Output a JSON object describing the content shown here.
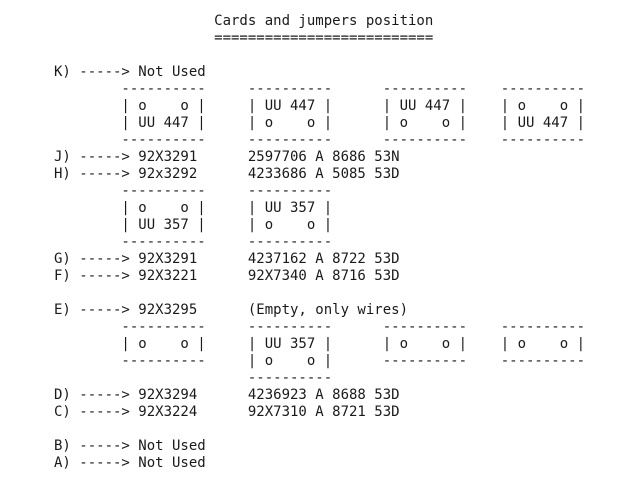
{
  "page": {
    "background": "#ffffff",
    "text_color": "#1a1a1a"
  },
  "document": {
    "title": "Cards and jumpers position",
    "lines": [
      {
        "name": "title-line",
        "text": "                   Cards and jumpers position"
      },
      {
        "name": "title-underline",
        "text": "                   =========================="
      },
      {
        "name": "blank-line",
        "text": ""
      },
      {
        "name": "slot-k-line",
        "text": "K) -----> Not Used"
      },
      {
        "name": "card-row-1-top-border",
        "text": "        ----------     ----------      ----------    ----------"
      },
      {
        "name": "card-row-1-content-1",
        "text": "        | o    o |     | UU 447 |      | UU 447 |    | o    o |"
      },
      {
        "name": "card-row-1-content-2",
        "text": "        | UU 447 |     | o    o |      | o    o |    | UU 447 |"
      },
      {
        "name": "card-row-1-bottom-border",
        "text": "        ----------     ----------      ----------    ----------"
      },
      {
        "name": "slot-j-line",
        "text": "J) -----> 92X3291      2597706 A 8686 53N"
      },
      {
        "name": "slot-h-line",
        "text": "H) -----> 92x3292      4233686 A 5085 53D"
      },
      {
        "name": "card-row-2-top-border",
        "text": "        ----------     ----------"
      },
      {
        "name": "card-row-2-content-1",
        "text": "        | o    o |     | UU 357 |"
      },
      {
        "name": "card-row-2-content-2",
        "text": "        | UU 357 |     | o    o |"
      },
      {
        "name": "card-row-2-bottom-border",
        "text": "        ----------     ----------"
      },
      {
        "name": "slot-g-line",
        "text": "G) -----> 92X3291      4237162 A 8722 53D"
      },
      {
        "name": "slot-f-line",
        "text": "F) -----> 92X3221      92X7340 A 8716 53D"
      },
      {
        "name": "blank-line",
        "text": ""
      },
      {
        "name": "slot-e-line",
        "text": "E) -----> 92X3295      (Empty, only wires)"
      },
      {
        "name": "card-row-3-top-border",
        "text": "        ----------     ----------      ----------    ----------"
      },
      {
        "name": "card-row-3-content-1",
        "text": "        | o    o |     | UU 357 |      | o    o |    | o    o |"
      },
      {
        "name": "card-row-3-content-2",
        "text": "        ----------     | o    o |      ----------    ----------"
      },
      {
        "name": "card-row-3-bottom-border",
        "text": "                       ----------"
      },
      {
        "name": "slot-d-line",
        "text": "D) -----> 92X3294      4236923 A 8688 53D"
      },
      {
        "name": "slot-c-line",
        "text": "C) -----> 92X3224      92X7310 A 8721 53D"
      },
      {
        "name": "blank-line",
        "text": ""
      },
      {
        "name": "slot-b-line",
        "text": "B) -----> Not Used"
      },
      {
        "name": "slot-a-line",
        "text": "A) -----> Not Used"
      }
    ]
  }
}
